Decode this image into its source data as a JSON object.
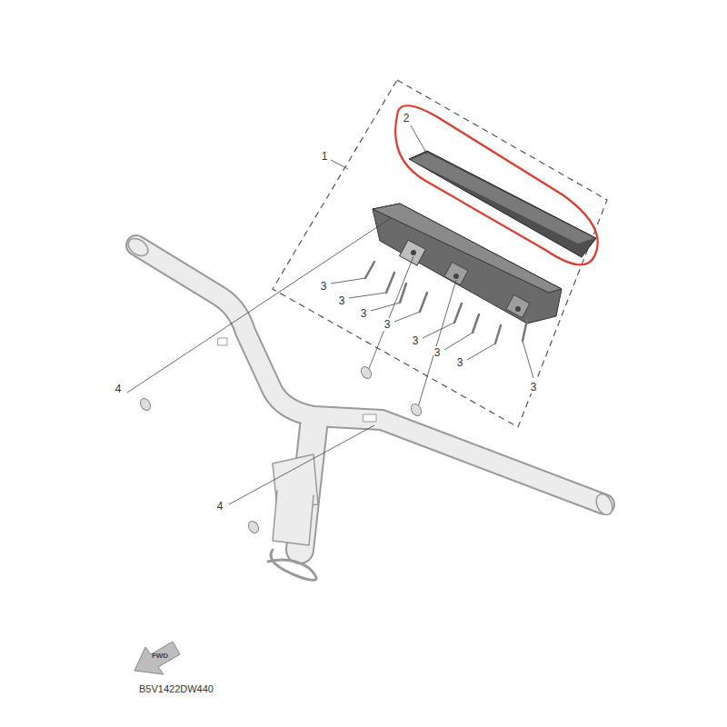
{
  "diagram": {
    "labels": [
      "2",
      "1",
      "3",
      "3",
      "3",
      "3",
      "3",
      "3",
      "3",
      "3",
      "4",
      "4",
      "FWD",
      "B5V1422DW440"
    ]
  }
}
